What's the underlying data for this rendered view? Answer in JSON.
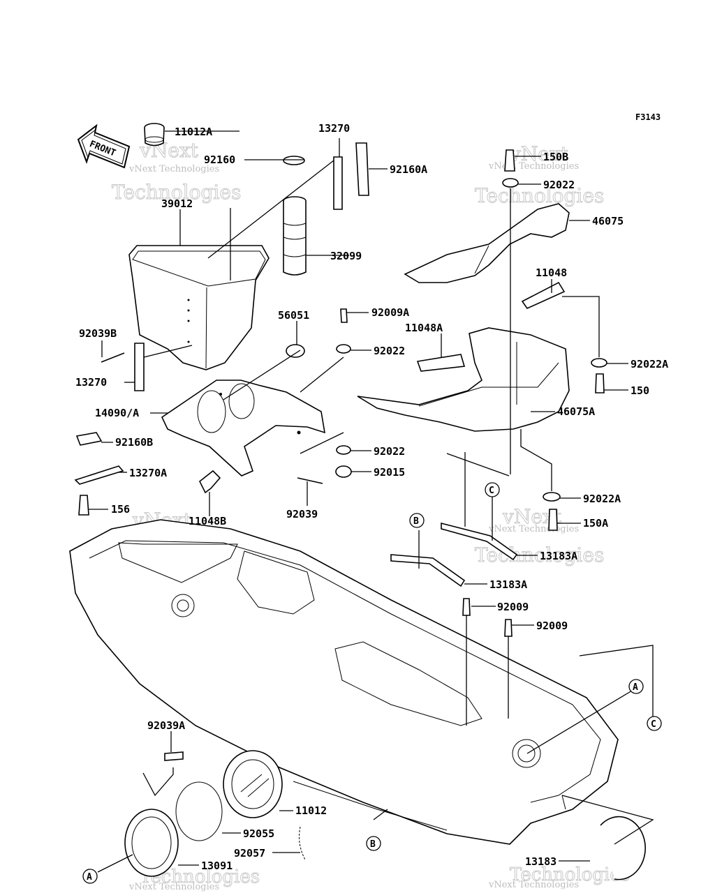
{
  "figure_id": "F3143",
  "front_arrow_label": "FRONT",
  "watermark": {
    "line1": "vNext",
    "line2": "Technologies",
    "small": "vNext Technologies"
  },
  "callouts": [
    "A",
    "B",
    "C"
  ],
  "part_labels": {
    "p11012A": "11012A",
    "p92160": "92160",
    "p13270_top": "13270",
    "p92160A": "92160A",
    "p39012": "39012",
    "p32099": "32099",
    "p92039B": "92039B",
    "p13270_left": "13270",
    "p56051": "56051",
    "p92009A": "92009A",
    "p92022_a": "92022",
    "p14090A": "14090/A",
    "p92160B": "92160B",
    "p13270A": "13270A",
    "p156": "156",
    "p11048B": "11048B",
    "p92039": "92039",
    "p92022_b": "92022",
    "p92015": "92015",
    "p150B": "150B",
    "p92022_c": "92022",
    "p46075": "46075",
    "p11048": "11048",
    "p11048A": "11048A",
    "p92022A_a": "92022A",
    "p150": "150",
    "p46075A": "46075A",
    "p92022A_b": "92022A",
    "p150A": "150A",
    "p13183A_a": "13183A",
    "p13183A_b": "13183A",
    "p92009_a": "92009",
    "p92009_b": "92009",
    "p92039A": "92039A",
    "p11012": "11012",
    "p92055": "92055",
    "p92057": "92057",
    "p13091": "13091",
    "p13183": "13183"
  }
}
